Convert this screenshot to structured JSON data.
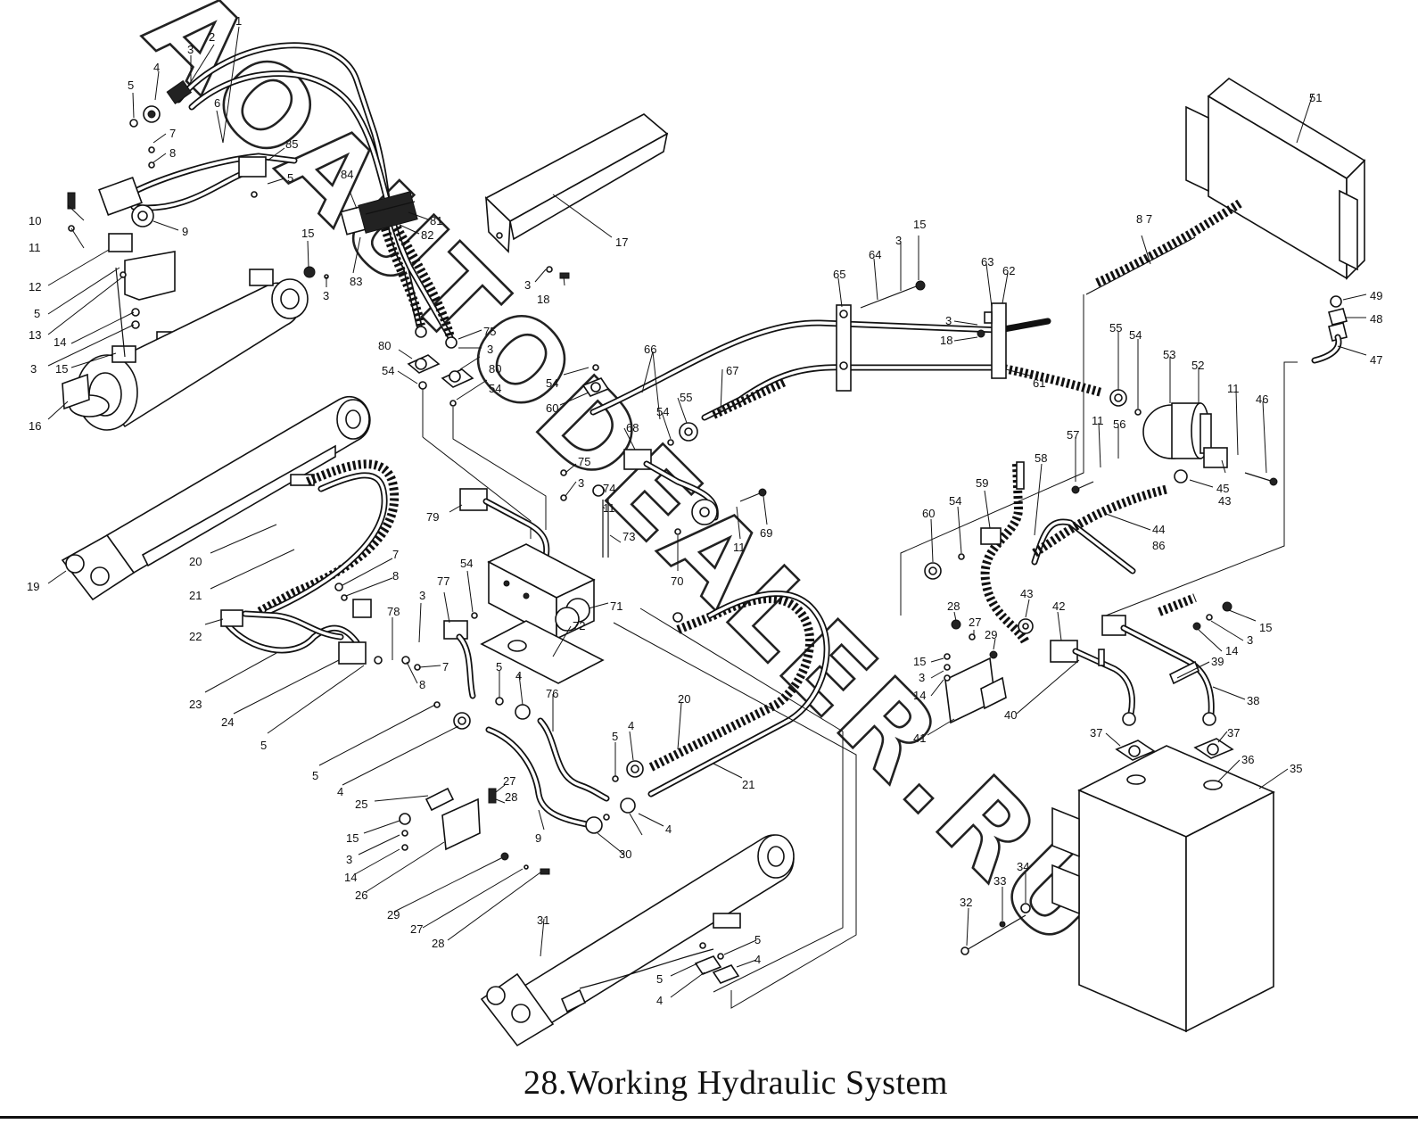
{
  "caption": "28.Working Hydraulic System",
  "watermark": "AOAUTODEALER.RU",
  "callouts": [
    {
      "id": "c1",
      "text": "1"
    },
    {
      "id": "c2",
      "text": "2"
    },
    {
      "id": "c3a",
      "text": "3"
    },
    {
      "id": "c4a",
      "text": "4"
    },
    {
      "id": "c5a",
      "text": "5"
    },
    {
      "id": "c6",
      "text": "6"
    },
    {
      "id": "c7a",
      "text": "7"
    },
    {
      "id": "c8a",
      "text": "8"
    },
    {
      "id": "c85",
      "text": "85"
    },
    {
      "id": "c5b",
      "text": "5"
    },
    {
      "id": "c10",
      "text": "10"
    },
    {
      "id": "c9a",
      "text": "9"
    },
    {
      "id": "c11a",
      "text": "11"
    },
    {
      "id": "c12",
      "text": "12"
    },
    {
      "id": "c5c",
      "text": "5"
    },
    {
      "id": "c13",
      "text": "13"
    },
    {
      "id": "c14a",
      "text": "14"
    },
    {
      "id": "c3b",
      "text": "3"
    },
    {
      "id": "c15a",
      "text": "15"
    },
    {
      "id": "c16",
      "text": "16"
    },
    {
      "id": "c84",
      "text": "84"
    },
    {
      "id": "c81",
      "text": "81"
    },
    {
      "id": "c82",
      "text": "82"
    },
    {
      "id": "c15b",
      "text": "15"
    },
    {
      "id": "c3c",
      "text": "3"
    },
    {
      "id": "c83",
      "text": "83"
    },
    {
      "id": "c17",
      "text": "17"
    },
    {
      "id": "c3d",
      "text": "3"
    },
    {
      "id": "c18a",
      "text": "18"
    },
    {
      "id": "c75a",
      "text": "75"
    },
    {
      "id": "c3e",
      "text": "3"
    },
    {
      "id": "c80a",
      "text": "80"
    },
    {
      "id": "c54a",
      "text": "54"
    },
    {
      "id": "c80b",
      "text": "80"
    },
    {
      "id": "c54b",
      "text": "54"
    },
    {
      "id": "c54c",
      "text": "54"
    },
    {
      "id": "c60a",
      "text": "60"
    },
    {
      "id": "c66",
      "text": "66"
    },
    {
      "id": "c55a",
      "text": "55"
    },
    {
      "id": "c67",
      "text": "67"
    },
    {
      "id": "c54d",
      "text": "54"
    },
    {
      "id": "c68",
      "text": "68"
    },
    {
      "id": "c65",
      "text": "65"
    },
    {
      "id": "c64",
      "text": "64"
    },
    {
      "id": "c3f",
      "text": "3"
    },
    {
      "id": "c15c",
      "text": "15"
    },
    {
      "id": "c63",
      "text": "63"
    },
    {
      "id": "c62",
      "text": "62"
    },
    {
      "id": "c3g",
      "text": "3"
    },
    {
      "id": "c18b",
      "text": "18"
    },
    {
      "id": "c61",
      "text": "61"
    },
    {
      "id": "c87",
      "text": "8 7"
    },
    {
      "id": "c51",
      "text": "51"
    },
    {
      "id": "c49",
      "text": "49"
    },
    {
      "id": "c48",
      "text": "48"
    },
    {
      "id": "c47",
      "text": "47"
    },
    {
      "id": "c55b",
      "text": "55"
    },
    {
      "id": "c54e",
      "text": "54"
    },
    {
      "id": "c53",
      "text": "53"
    },
    {
      "id": "c52",
      "text": "52"
    },
    {
      "id": "c11b",
      "text": "11"
    },
    {
      "id": "c46",
      "text": "46"
    },
    {
      "id": "c11c",
      "text": "11"
    },
    {
      "id": "c56",
      "text": "56"
    },
    {
      "id": "c57",
      "text": "57"
    },
    {
      "id": "c45",
      "text": "45"
    },
    {
      "id": "c43a",
      "text": "43"
    },
    {
      "id": "c75b",
      "text": "75"
    },
    {
      "id": "c3h",
      "text": "3"
    },
    {
      "id": "c74",
      "text": "74"
    },
    {
      "id": "c11d",
      "text": "11"
    },
    {
      "id": "c73",
      "text": "73"
    },
    {
      "id": "c79",
      "text": "79"
    },
    {
      "id": "c11e",
      "text": "11"
    },
    {
      "id": "c69",
      "text": "69"
    },
    {
      "id": "c70",
      "text": "70"
    },
    {
      "id": "c71",
      "text": "71"
    },
    {
      "id": "c72",
      "text": "72"
    },
    {
      "id": "c19",
      "text": "19"
    },
    {
      "id": "c20a",
      "text": "20"
    },
    {
      "id": "c21a",
      "text": "21"
    },
    {
      "id": "c7b",
      "text": "7"
    },
    {
      "id": "c8b",
      "text": "8"
    },
    {
      "id": "c22",
      "text": "22"
    },
    {
      "id": "c23",
      "text": "23"
    },
    {
      "id": "c24",
      "text": "24"
    },
    {
      "id": "c5d",
      "text": "5"
    },
    {
      "id": "c78",
      "text": "78"
    },
    {
      "id": "c3i",
      "text": "3"
    },
    {
      "id": "c77",
      "text": "77"
    },
    {
      "id": "c54f",
      "text": "54"
    },
    {
      "id": "c7c",
      "text": "7"
    },
    {
      "id": "c8c",
      "text": "8"
    },
    {
      "id": "c5e",
      "text": "5"
    },
    {
      "id": "c4b",
      "text": "4"
    },
    {
      "id": "c76",
      "text": "76"
    },
    {
      "id": "c5f",
      "text": "5"
    },
    {
      "id": "c4c",
      "text": "4"
    },
    {
      "id": "c20b",
      "text": "20"
    },
    {
      "id": "c21b",
      "text": "21"
    },
    {
      "id": "c4d",
      "text": "4"
    },
    {
      "id": "c5g",
      "text": "5"
    },
    {
      "id": "c4e",
      "text": "4"
    },
    {
      "id": "c25",
      "text": "25"
    },
    {
      "id": "c27a",
      "text": "27"
    },
    {
      "id": "c28a",
      "text": "28"
    },
    {
      "id": "c15d",
      "text": "15"
    },
    {
      "id": "c3j",
      "text": "3"
    },
    {
      "id": "c14b",
      "text": "14"
    },
    {
      "id": "c26",
      "text": "26"
    },
    {
      "id": "c9b",
      "text": "9"
    },
    {
      "id": "c30",
      "text": "30"
    },
    {
      "id": "c29a",
      "text": "29"
    },
    {
      "id": "c27b",
      "text": "27"
    },
    {
      "id": "c28b",
      "text": "28"
    },
    {
      "id": "c31",
      "text": "31"
    },
    {
      "id": "c5h",
      "text": "5"
    },
    {
      "id": "c4f",
      "text": "4"
    },
    {
      "id": "c5i",
      "text": "5"
    },
    {
      "id": "c4g",
      "text": "4"
    },
    {
      "id": "c60b",
      "text": "60"
    },
    {
      "id": "c54g",
      "text": "54"
    },
    {
      "id": "c59",
      "text": "59"
    },
    {
      "id": "c58",
      "text": "58"
    },
    {
      "id": "c44",
      "text": "44"
    },
    {
      "id": "c86",
      "text": "86"
    },
    {
      "id": "c28c",
      "text": "28"
    },
    {
      "id": "c27c",
      "text": "27"
    },
    {
      "id": "c29b",
      "text": "29"
    },
    {
      "id": "c43b",
      "text": "43"
    },
    {
      "id": "c42",
      "text": "42"
    },
    {
      "id": "c15e",
      "text": "15"
    },
    {
      "id": "c3k",
      "text": "3"
    },
    {
      "id": "c14c",
      "text": "14"
    },
    {
      "id": "c41",
      "text": "41"
    },
    {
      "id": "c40",
      "text": "40"
    },
    {
      "id": "c15f",
      "text": "15"
    },
    {
      "id": "c3l",
      "text": "3"
    },
    {
      "id": "c14d",
      "text": "14"
    },
    {
      "id": "c39",
      "text": "39"
    },
    {
      "id": "c38",
      "text": "38"
    },
    {
      "id": "c37a",
      "text": "37"
    },
    {
      "id": "c37b",
      "text": "37"
    },
    {
      "id": "c36",
      "text": "36"
    },
    {
      "id": "c35",
      "text": "35"
    },
    {
      "id": "c34",
      "text": "34"
    },
    {
      "id": "c33",
      "text": "33"
    },
    {
      "id": "c32",
      "text": "32"
    }
  ]
}
